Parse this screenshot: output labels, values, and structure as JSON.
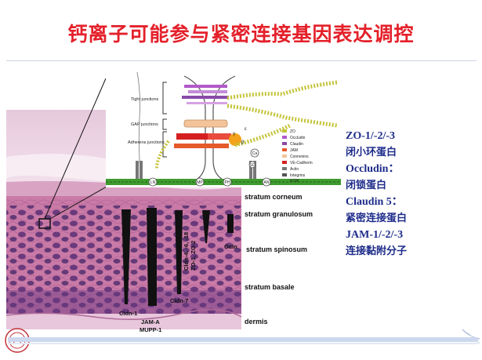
{
  "title": "钙离子可能参与紧密连接基因表达调控",
  "inset": {
    "junction_labels": [
      "Tight junctions",
      "GAP junctions",
      "Adherens junctions"
    ],
    "legend": [
      "ZO",
      "Occludin",
      "Claudin",
      "JAM",
      "Connexins",
      "VE-Cadherin",
      "Actin",
      "Integrins",
      "ECM"
    ],
    "marks": {
      "an": "AN",
      "mp": "MP",
      "ph": "PH",
      "ln": "LN",
      "so": "SO",
      "ca": "Ca",
      "bc": "β",
      "gc": "γ",
      "xi": "ε"
    }
  },
  "layers": [
    "stratum corneum",
    "stratum granulosum",
    "stratum spinosum",
    "stratum basale",
    "dermis"
  ],
  "wedges": [
    "Cldn-1",
    "JAM-A",
    "MUPP-1",
    "Cldn-7",
    "Cldn-4, -6, -18",
    "ZO-1, ZO-2",
    "Ocln"
  ],
  "right_legend": [
    {
      "en": "ZO-1/-2/-3",
      "cn": "闭小环蛋白",
      "sep": ""
    },
    {
      "en": "Occludin",
      "cn": "闭锁蛋白",
      "sep": "："
    },
    {
      "en": "Claudin 5",
      "cn": "紧密连接蛋白",
      "sep": "："
    },
    {
      "en": "JAM-1/-2/-3",
      "cn": "连接黏附分子",
      "sep": ""
    }
  ],
  "colors": {
    "title": "#e4202a",
    "legend_text": "#1d2b8a",
    "tissue": "#c97aa6",
    "nuclei": "#4b2a6b",
    "wedge": "#111111",
    "corneum": "#f1d9e8"
  }
}
